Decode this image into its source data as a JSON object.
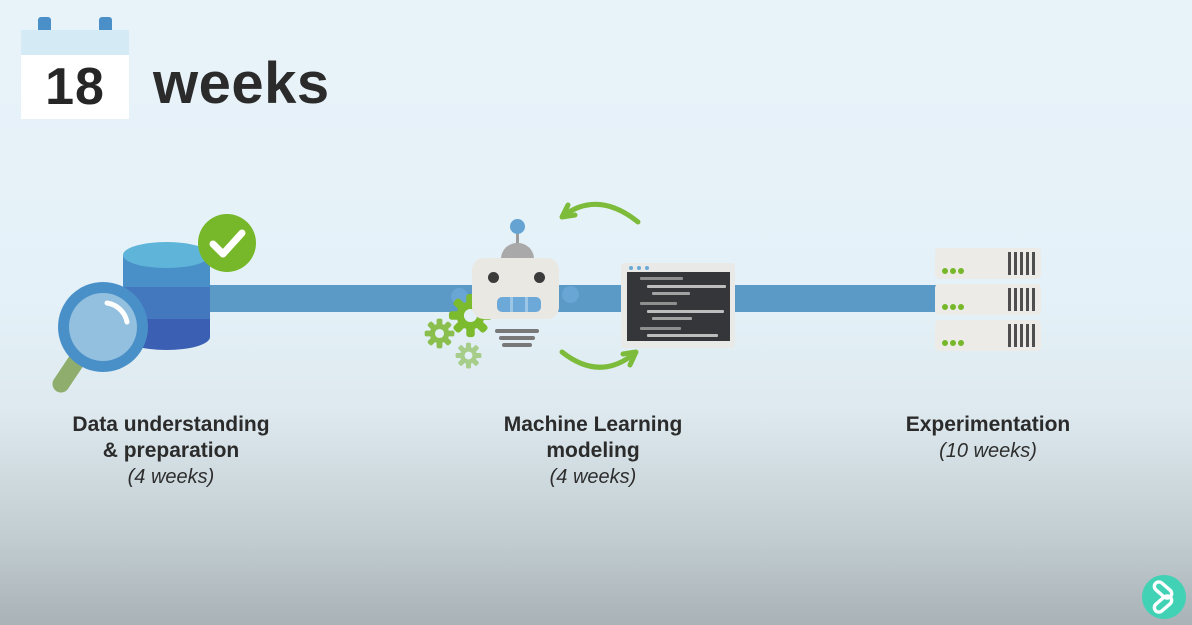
{
  "header": {
    "count": "18",
    "unit": "weeks"
  },
  "timeline": {
    "total_weeks": 18,
    "phases": [
      {
        "name": "Data understanding\n& preparation",
        "duration": "(4 weeks)",
        "weeks": 4,
        "icon": "database-magnifier-check-icon"
      },
      {
        "name": "Machine Learning\nmodeling",
        "duration": "(4 weeks)",
        "weeks": 4,
        "icon": "robot-gears-code-cycle-icon"
      },
      {
        "name": "Experimentation",
        "duration": "(10 weeks)",
        "weeks": 10,
        "icon": "server-stack-icon"
      }
    ]
  },
  "icons": {
    "calendar": "calendar-icon",
    "check": "check-badge-icon",
    "magnifier": "magnifier-icon",
    "gears": "gear-icon",
    "robot": "robot-icon",
    "code_window": "code-window-icon",
    "cycle_arrows": "cycle-arrow-icon",
    "servers": "server-stack-icon",
    "logo": "brand-logo"
  },
  "colors": {
    "bar_blue": "#5b99c6",
    "accent_green": "#76b829",
    "arrow_green": "#7cbc3a",
    "db_light_blue": "#5fb4d9",
    "db_mid_blue": "#4a90c8",
    "db_dark_blue": "#3a5fb3",
    "logo_teal": "#41d1b5",
    "text_dark": "#2b2b2b",
    "background_top": "#e8f3f9",
    "background_bottom": "#a9b2b6"
  }
}
